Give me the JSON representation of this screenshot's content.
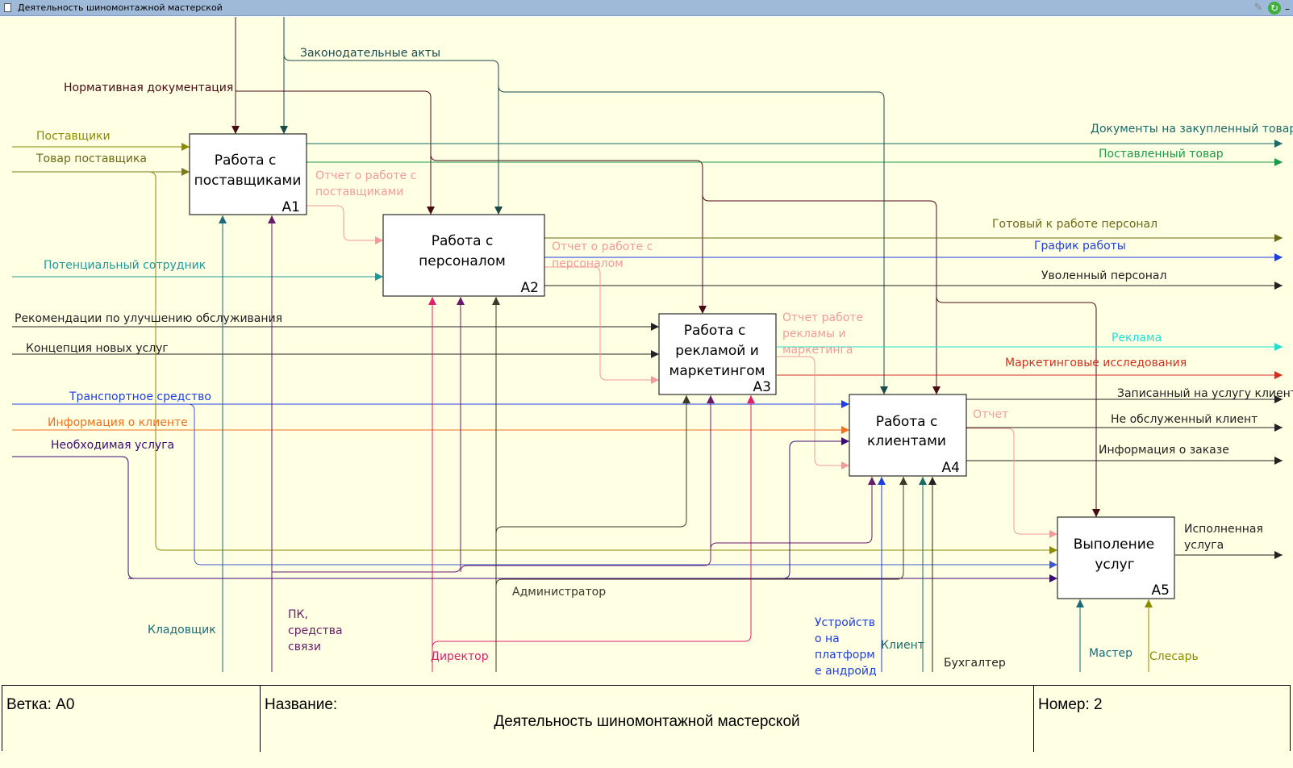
{
  "window": {
    "title": "Деятельность шиномонтажной мастерской"
  },
  "boxes": {
    "a1": {
      "line1": "Работа с",
      "line2": "поставщиками",
      "number": "A1"
    },
    "a2": {
      "line1": "Работа с",
      "line2": "персоналом",
      "number": "A2"
    },
    "a3": {
      "line1": "Работа с",
      "line2": "рекламой и",
      "line3": "маркетингом",
      "number": "A3"
    },
    "a4": {
      "line1": "Работа с",
      "line2": "клиентами",
      "number": "A4"
    },
    "a5": {
      "line1": "Выполение",
      "line2": "услуг",
      "number": "A5"
    }
  },
  "arrows": {
    "suppliers": "Поставщики",
    "supplier_goods": "Товар поставщика",
    "potential_employee": "Потенциальный сотрудник",
    "recommendations": "Рекомендации по улучшению обслуживания",
    "new_services_concept": "Концепция новых услуг",
    "vehicle": "Транспортное средство",
    "client_info": "Информация о клиенте",
    "required_service": "Необходимая услуга",
    "normative_docs": "Нормативная документация",
    "legislative_acts": "Законодательные акты",
    "purchased_goods_docs": "Документы на закупленный товар",
    "delivered_goods": "Поставленный товар",
    "suppliers_report_1": "Отчет о работе с",
    "suppliers_report_2": "поставщиками",
    "ready_staff": "Готовый к работе персонал",
    "work_schedule": "График работы",
    "dismissed_staff": "Уволенный персонал",
    "staff_report_1": "Отчет о работе с",
    "staff_report_2": "персоналом",
    "marketing_report_1": "Отчет работе",
    "marketing_report_2": "рекламы и",
    "marketing_report_3": "маркетинга",
    "advertising": "Реклама",
    "marketing_research": "Маркетинговые исследования",
    "booked_client": "Записанный на услугу клиент",
    "unserved_client": "Не обслуженный клиент",
    "order_info": "Информация о заказе",
    "report": "Отчет",
    "completed_service_1": "Исполненная",
    "completed_service_2": "услуга",
    "storekeeper": "Кладовщик",
    "pc_1": "ПК,",
    "pc_2": "средства",
    "pc_3": "связи",
    "director": "Директор",
    "administrator": "Администратор",
    "android_1": "Устройств",
    "android_2": "о на",
    "android_3": "платформ",
    "android_4": "е андройд",
    "client": "Клиент",
    "accountant": "Бухгалтер",
    "master": "Мастер",
    "mechanic": "Слесарь"
  },
  "footer": {
    "branch": "Ветка: А0",
    "name_label": "Название:",
    "diagram_name": "Деятельность шиномонтажной мастерской",
    "number": "Номер: 2"
  },
  "colors": {
    "titlebar": "#9fb9d8",
    "canvas": "#ffffe4",
    "olive": "#8b8b00",
    "teal": "#1a9a9a",
    "blue": "#1f3ee0",
    "orange": "#f07020",
    "purple": "#3c0a78",
    "pink": "#f49a9a",
    "dark_red": "#4a0a14",
    "dark_teal": "#1a4a4a",
    "green": "#1a9a4a",
    "cyan": "#20e0d0",
    "red": "#d03020",
    "magenta": "#e0206a"
  }
}
